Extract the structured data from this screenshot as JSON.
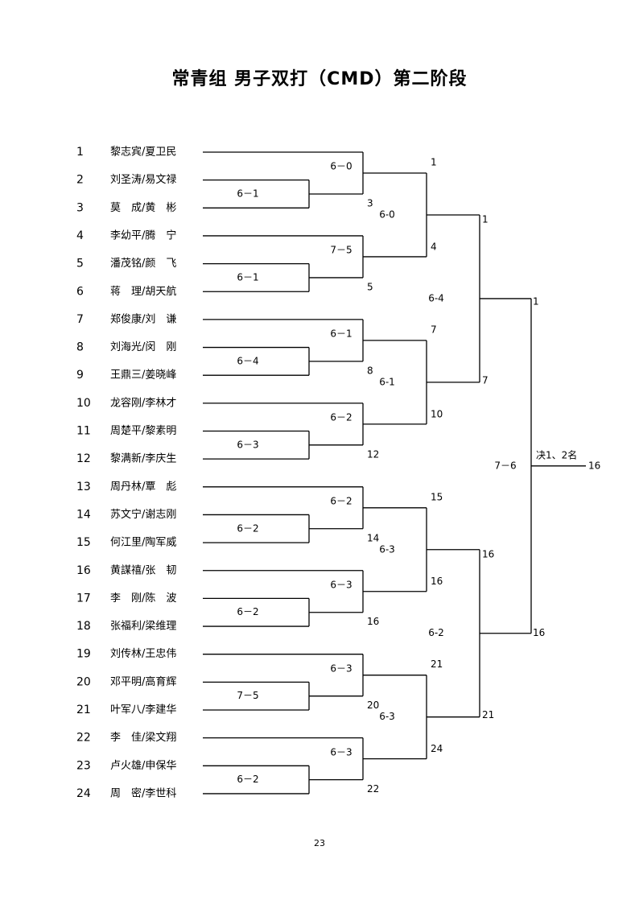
{
  "title": "常青组 男子双打（CMD）第二阶段",
  "page_number": "23",
  "final_label": "决1、2名",
  "players": [
    {
      "seed": "1",
      "name": "黎志宾/夏卫民"
    },
    {
      "seed": "2",
      "name": "刘圣涛/易文禄"
    },
    {
      "seed": "3",
      "name": "莫　成/黄　彬"
    },
    {
      "seed": "4",
      "name": "李幼平/腾　宁"
    },
    {
      "seed": "5",
      "name": "潘茂铭/颜　飞"
    },
    {
      "seed": "6",
      "name": "蒋　理/胡天航"
    },
    {
      "seed": "7",
      "name": "郑俊康/刘　谦"
    },
    {
      "seed": "8",
      "name": "刘海光/闵　刚"
    },
    {
      "seed": "9",
      "name": "王鼎三/姜晓峰"
    },
    {
      "seed": "10",
      "name": "龙容刚/李林才"
    },
    {
      "seed": "11",
      "name": "周楚平/黎素明"
    },
    {
      "seed": "12",
      "name": "黎满新/李庆生"
    },
    {
      "seed": "13",
      "name": "周丹林/覃　彪"
    },
    {
      "seed": "14",
      "name": "苏文宁/谢志刚"
    },
    {
      "seed": "15",
      "name": "何江里/陶军威"
    },
    {
      "seed": "16",
      "name": "黄謀禧/张　韧"
    },
    {
      "seed": "17",
      "name": "李　刚/陈　波"
    },
    {
      "seed": "18",
      "name": "张福利/梁维理"
    },
    {
      "seed": "19",
      "name": "刘传林/王忠伟"
    },
    {
      "seed": "20",
      "name": "邓平明/高育辉"
    },
    {
      "seed": "21",
      "name": "叶军八/李建华"
    },
    {
      "seed": "22",
      "name": "李　佳/梁文翔"
    },
    {
      "seed": "23",
      "name": "卢火雄/申保华"
    },
    {
      "seed": "24",
      "name": "周　密/李世科"
    }
  ],
  "round1": [
    {
      "score": "6－1",
      "winner": "3"
    },
    {
      "score": "6－1",
      "winner": "5"
    },
    {
      "score": "6－4",
      "winner": "8"
    },
    {
      "score": "6－3",
      "winner": "12"
    },
    {
      "score": "6－2",
      "winner": "14"
    },
    {
      "score": "6－2",
      "winner": "16"
    },
    {
      "score": "7－5",
      "winner": "20"
    },
    {
      "score": "6－2",
      "winner": "22"
    }
  ],
  "round2": [
    {
      "score": "6－0",
      "winner": "1"
    },
    {
      "score": "7－5",
      "winner": "4"
    },
    {
      "score": "6－1",
      "winner": "7"
    },
    {
      "score": "6－2",
      "winner": "10"
    },
    {
      "score": "6－2",
      "winner": "15"
    },
    {
      "score": "6－3",
      "winner": "16"
    },
    {
      "score": "6－3",
      "winner": "21"
    },
    {
      "score": "6－3",
      "winner": "24"
    }
  ],
  "round3": [
    {
      "score": "6-0",
      "winner": "1"
    },
    {
      "score": "6-1",
      "winner": "7"
    },
    {
      "score": "6-3",
      "winner": "16"
    },
    {
      "score": "6-3",
      "winner": "21"
    }
  ],
  "round4": [
    {
      "score": "6-4",
      "winner": "1"
    },
    {
      "score": "6-2",
      "winner": "16"
    }
  ],
  "final": {
    "score": "7－6",
    "winner": "16"
  }
}
